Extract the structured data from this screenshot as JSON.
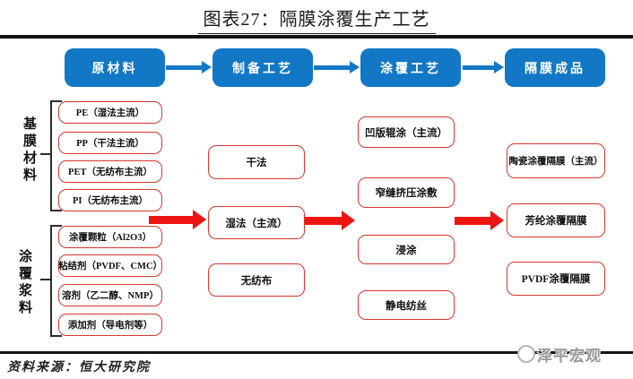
{
  "title": "图表27：隔膜涂覆生产工艺",
  "stages": [
    "原材料",
    "制备工艺",
    "涂覆工艺",
    "隔膜成品"
  ],
  "groups": [
    {
      "label": "基膜材料",
      "items": [
        "PE（湿法主流）",
        "PP（干法主流）",
        "PET（无纺布主流）",
        "PI（无纺布主流）"
      ]
    },
    {
      "label": "涂覆浆料",
      "items": [
        "涂覆颗粒（Al2O3）",
        "粘结剂（PVDF、CMC）",
        "溶剂（乙二醇、NMP）",
        "添加剂（导电剂等）"
      ]
    }
  ],
  "prep_methods": [
    "干法",
    "湿法（主流）",
    "无纺布"
  ],
  "coating_methods": [
    "凹版辊涂（主流）",
    "窄缝挤压涂敷",
    "浸涂",
    "静电纺丝"
  ],
  "products": [
    "陶瓷涂覆隔膜（主流）",
    "芳纶涂覆隔膜",
    "PVDF涂覆隔膜"
  ],
  "footer": {
    "source": "资料来源：恒大研究院",
    "brand": "泽平宏观"
  },
  "colors": {
    "stage_blue": "#1278c6",
    "arrow_red": "#ee1411",
    "box_border_red": "#d4382f",
    "rule": "#141414"
  }
}
